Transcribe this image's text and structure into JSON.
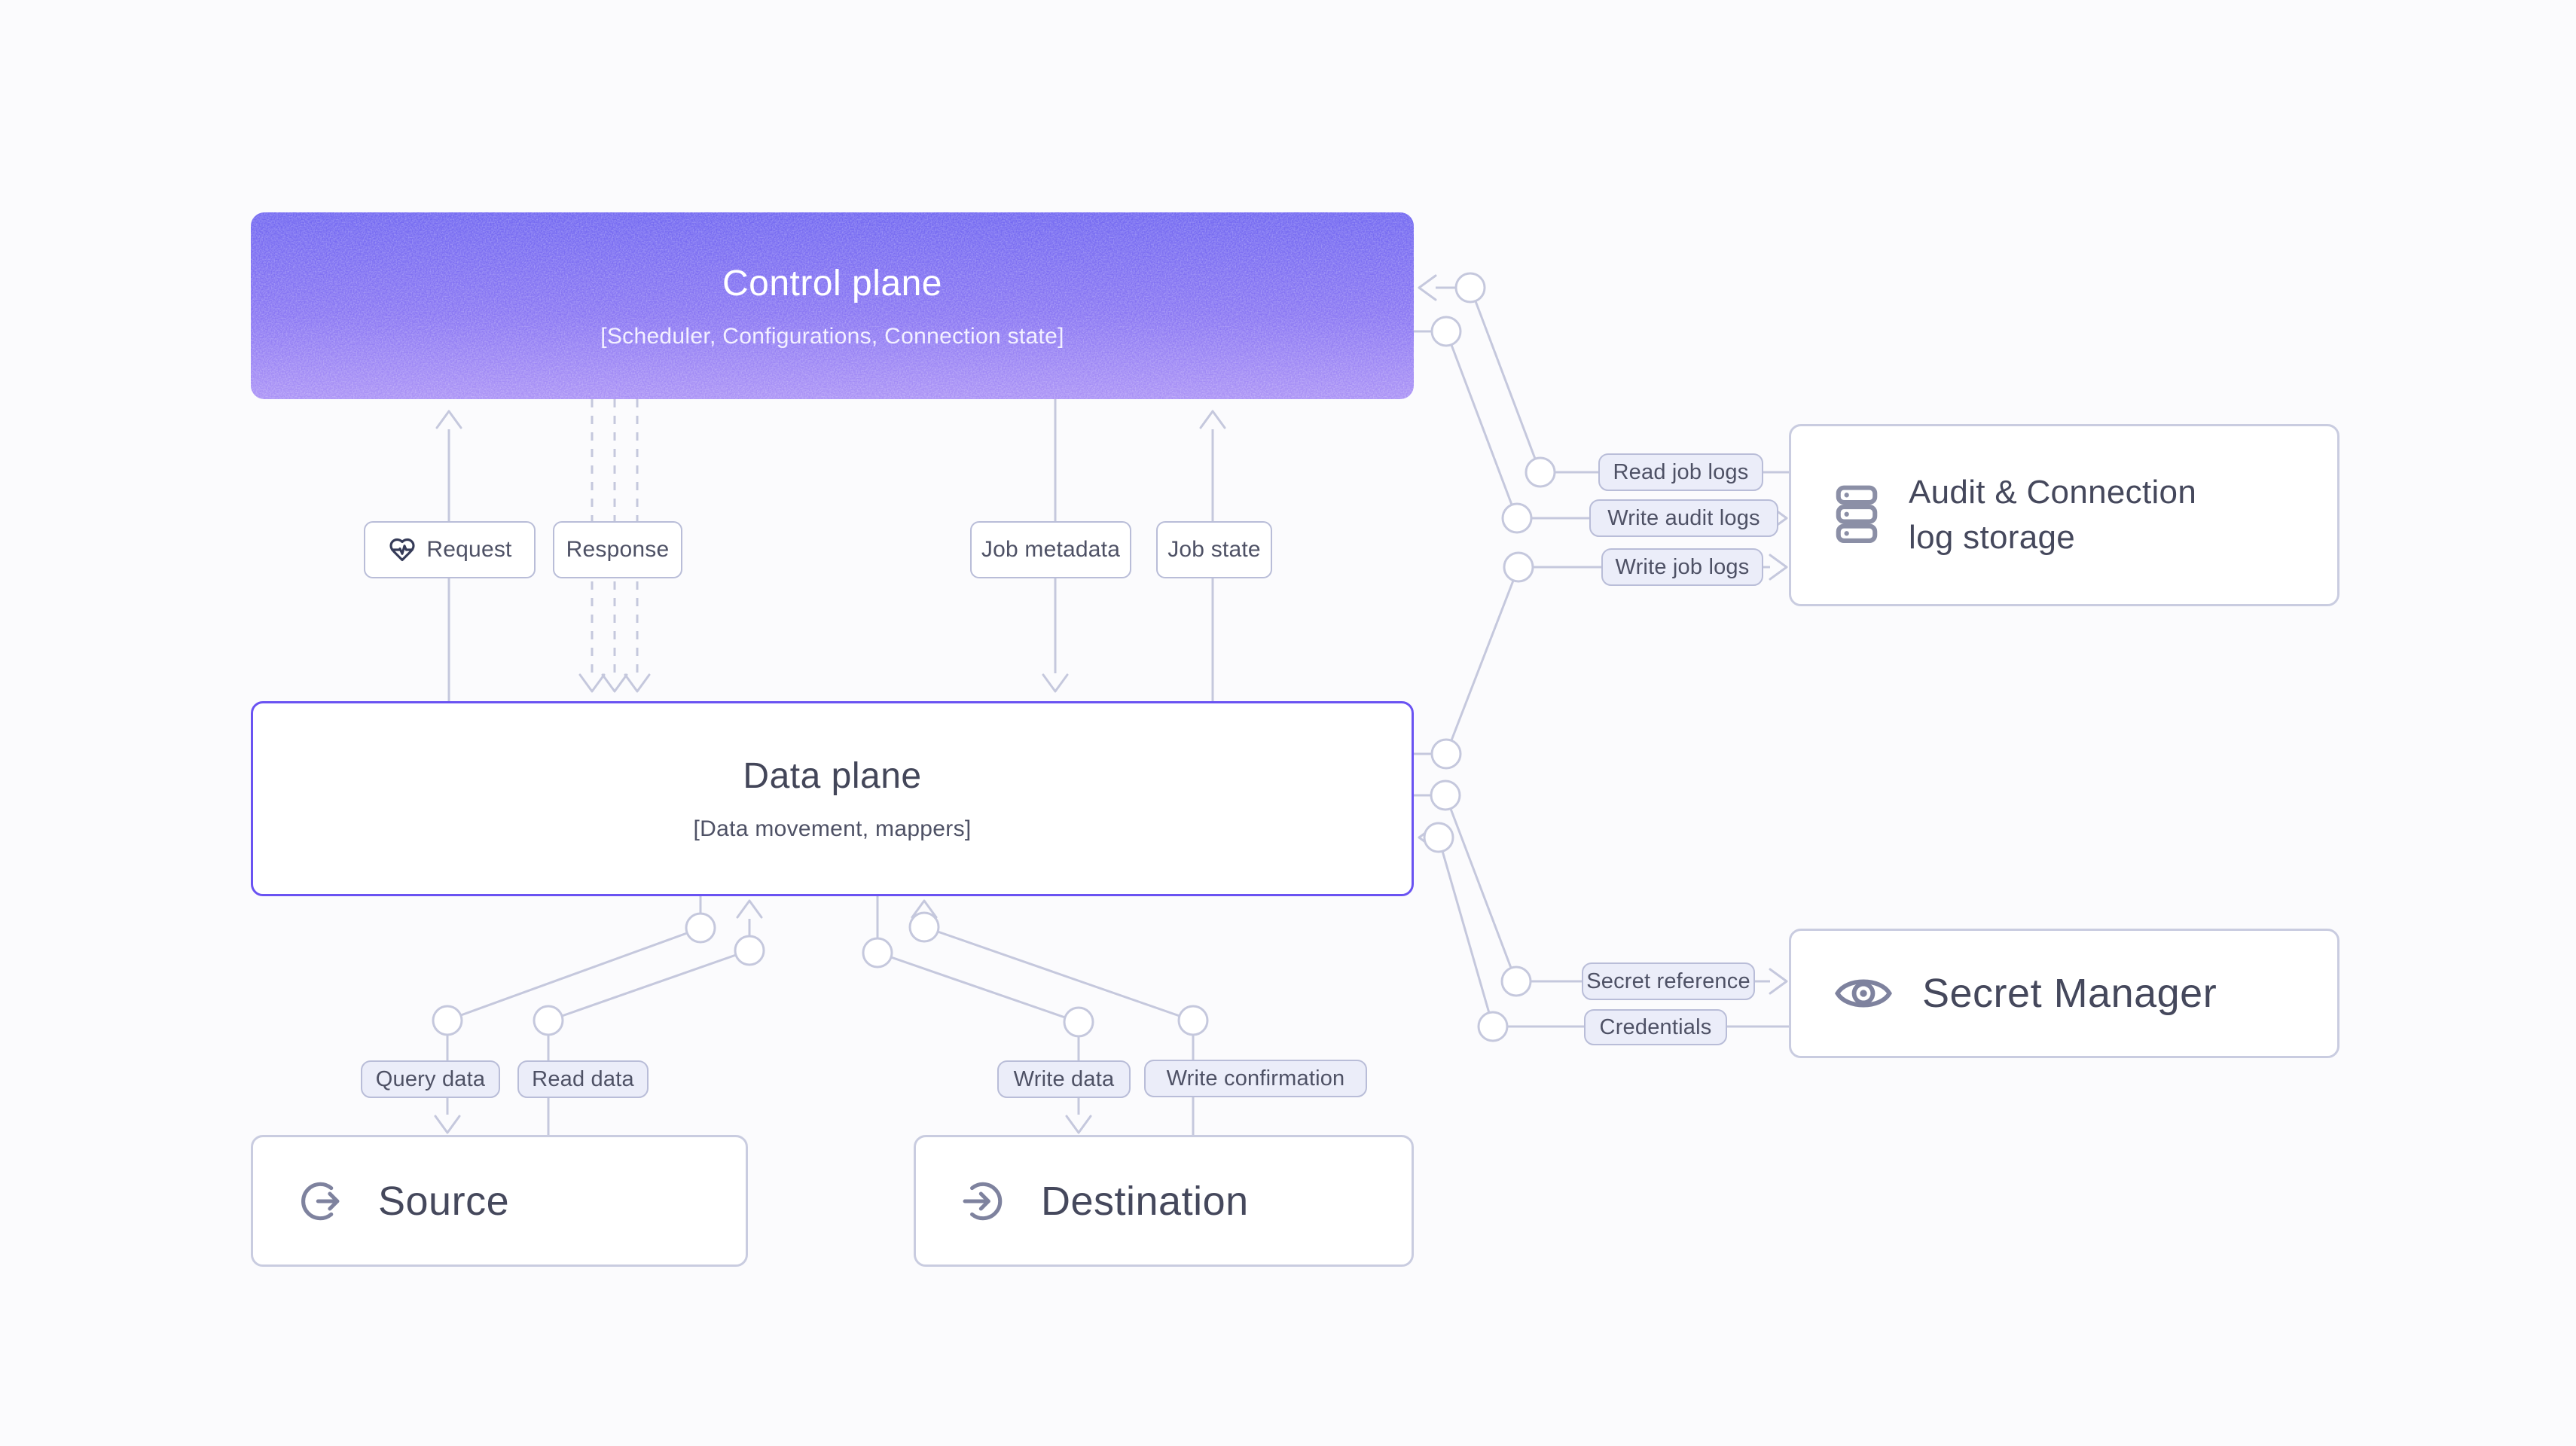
{
  "diagram": {
    "description": "Data-movement architecture diagram",
    "background": "#fbfbfd",
    "colors": {
      "connector": "#c5c8dd",
      "pill_border": "#b9bdd8",
      "pill_background": "#ebedf9",
      "pill_text": "#4e5165",
      "node_border": "#c9cce0",
      "data_plane_border": "#6a53f2",
      "control_plane_gradient_top": "#7268f1",
      "control_plane_gradient_bottom": "#ab93f6",
      "node_title_text": "#45485c",
      "request_icon": "#353b58",
      "side_icon": "#7e829e"
    }
  },
  "nodes": {
    "control_plane": {
      "title": "Control plane",
      "subtitle": "[Scheduler, Configurations, Connection state]"
    },
    "data_plane": {
      "title": "Data plane",
      "subtitle": "[Data movement, mappers]"
    },
    "source": {
      "title": "Source",
      "icon": "log-out-circle-icon"
    },
    "destination": {
      "title": "Destination",
      "icon": "log-in-circle-icon"
    },
    "audit_log_storage": {
      "title_line1": "Audit & Connection",
      "title_line2": "log storage",
      "icon": "server-stack-icon"
    },
    "secret_manager": {
      "title": "Secret Manager",
      "icon": "eye-icon"
    }
  },
  "edge_labels": {
    "request": "Request",
    "response": "Response",
    "job_metadata": "Job metadata",
    "job_state": "Job state",
    "read_job_logs": "Read job logs",
    "write_audit_logs": "Write audit logs",
    "write_job_logs": "Write job logs",
    "secret_reference": "Secret reference",
    "credentials": "Credentials",
    "query_data": "Query data",
    "read_data": "Read data",
    "write_data": "Write data",
    "write_confirmation": "Write confirmation"
  }
}
